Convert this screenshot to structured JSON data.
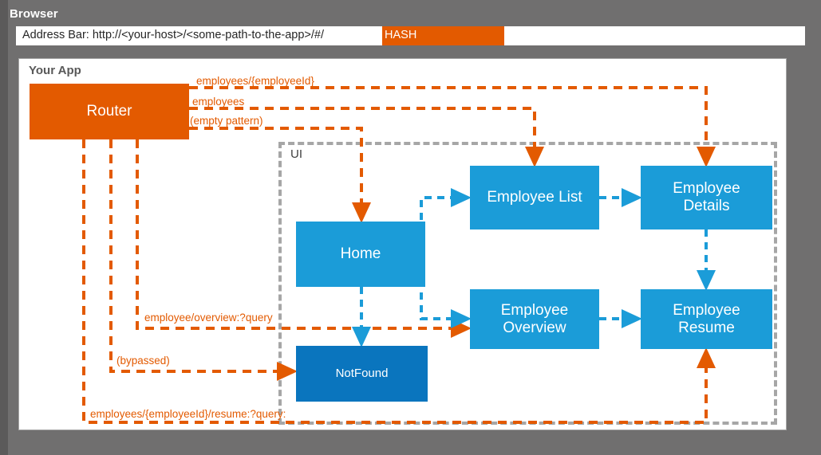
{
  "browser": {
    "title": "Browser",
    "address_bar": {
      "prefix_label": "Address Bar: ",
      "url": "http://<your-host>/<some-path-to-the-app>/#/",
      "full_text": "Address Bar: http://<your-host>/<some-path-to-the-app>/#/",
      "hash_token": "HASH",
      "hash_highlight_color": "#E35A00"
    }
  },
  "app": {
    "title": "Your App",
    "router": {
      "label": "Router",
      "color": "#E35A00"
    },
    "ui_group": {
      "label": "UI",
      "border_color": "#A6A6A6"
    },
    "components": {
      "home": {
        "label": "Home",
        "color": "#1B9CD8"
      },
      "not_found": {
        "label": "NotFound",
        "color": "#0A75BE"
      },
      "employee_list": {
        "label": "Employee List",
        "color": "#1B9CD8"
      },
      "employee_details_line1": "Employee",
      "employee_details_line2": "Details",
      "employee_overview_line1": "Employee",
      "employee_overview_line2": "Overview",
      "employee_resume_line1": "Employee",
      "employee_resume_line2": "Resume",
      "component_color": "#1B9CD8"
    },
    "routes": [
      {
        "id": "employees-by-id",
        "pattern": "employees/{employeeId}",
        "target": "Employee Details"
      },
      {
        "id": "employees",
        "pattern": "employees",
        "target": "Employee List"
      },
      {
        "id": "empty",
        "pattern": "(empty pattern)",
        "target": "Home"
      },
      {
        "id": "employee-overview",
        "pattern": "employee/overview:?query",
        "target": "Employee Overview"
      },
      {
        "id": "bypassed",
        "pattern": "(bypassed)",
        "target": "NotFound"
      },
      {
        "id": "employee-resume",
        "pattern": "employees/{employeeId}/resume:?query:",
        "target": "Employee Resume"
      }
    ],
    "ui_flows": [
      {
        "from": "Home",
        "to": "Employee List"
      },
      {
        "from": "Home",
        "to": "Employee Overview"
      },
      {
        "from": "Home",
        "to": "NotFound"
      },
      {
        "from": "Employee List",
        "to": "Employee Details"
      },
      {
        "from": "Employee Details",
        "to": "Employee Resume"
      },
      {
        "from": "Employee Overview",
        "to": "Employee Resume"
      }
    ]
  },
  "colors": {
    "chrome_gray": "#706F6F",
    "panel_border": "#A6A6A6",
    "orange": "#E35A00",
    "blue": "#1B9CD8",
    "blue_dark": "#0A75BE"
  }
}
